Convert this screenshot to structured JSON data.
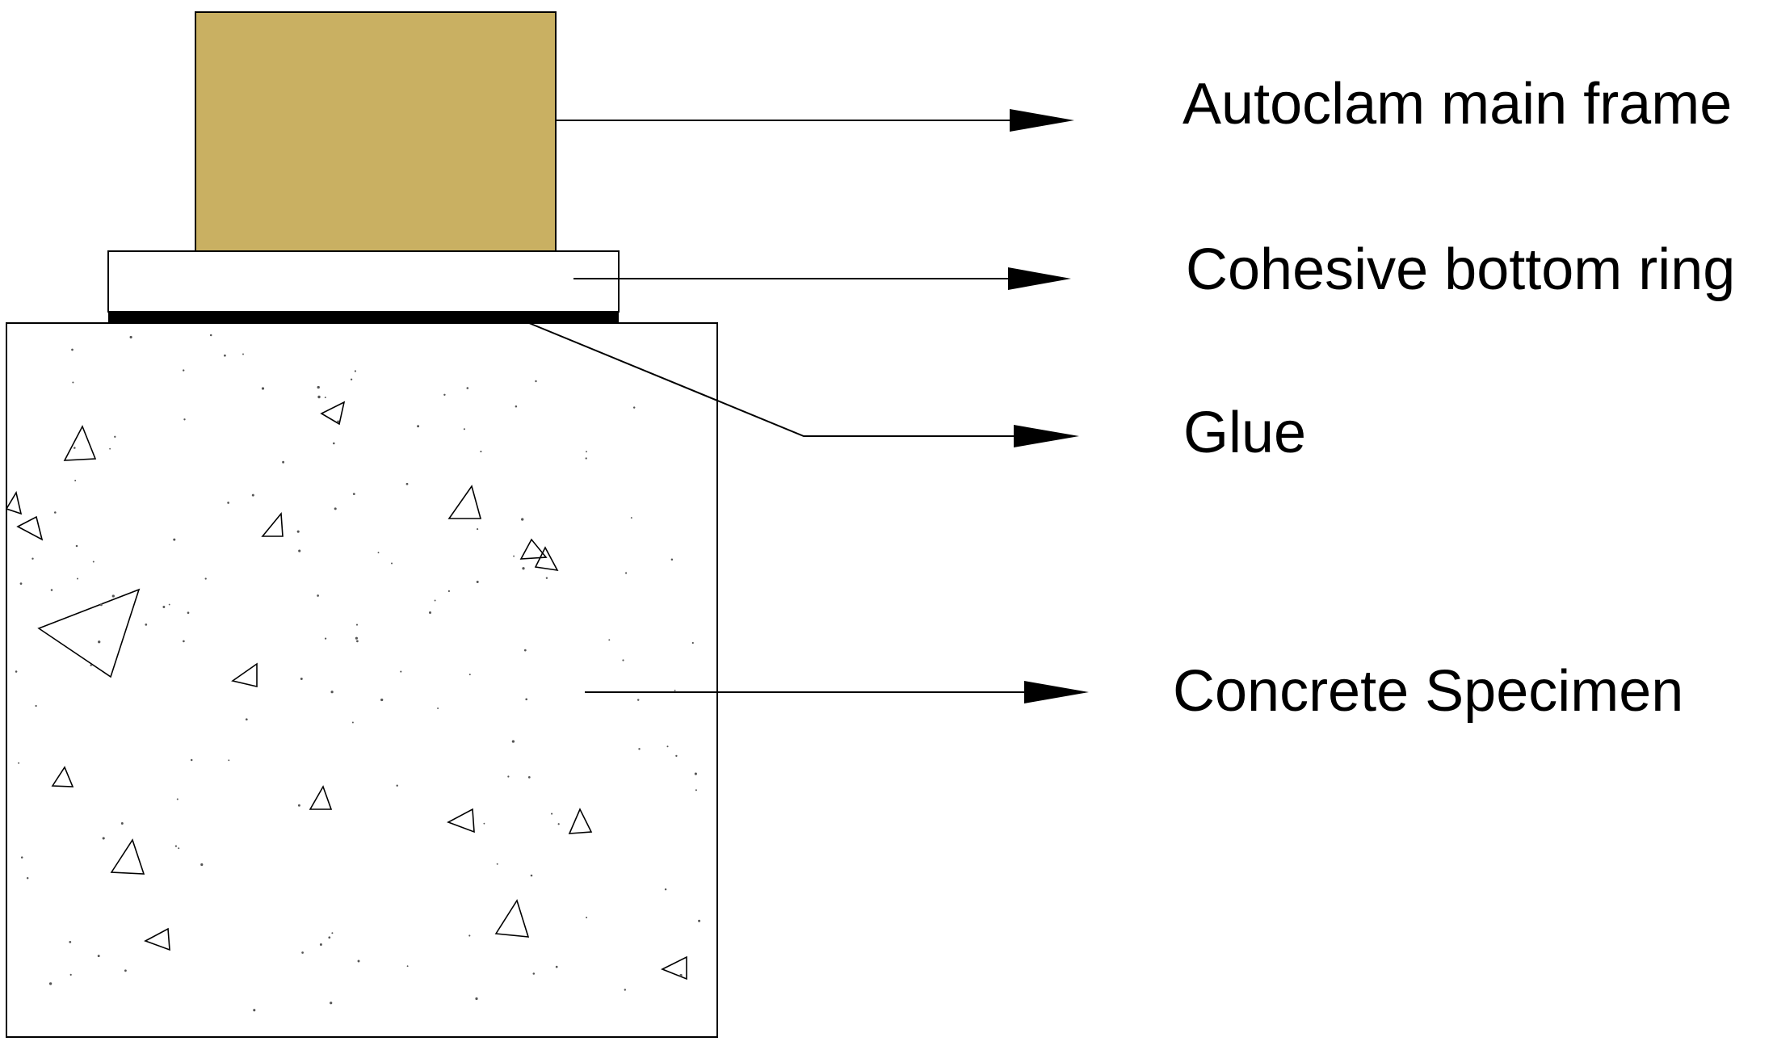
{
  "labels": {
    "main_frame": "Autoclam main frame",
    "bottom_ring": "Cohesive bottom ring",
    "glue": "Glue",
    "specimen": "Concrete Specimen"
  },
  "colors": {
    "main_frame_fill": "#c9b062",
    "bottom_ring_fill": "#ffffff",
    "glue_fill": "#000000",
    "specimen_fill": "#ffffff",
    "line": "#000000"
  }
}
